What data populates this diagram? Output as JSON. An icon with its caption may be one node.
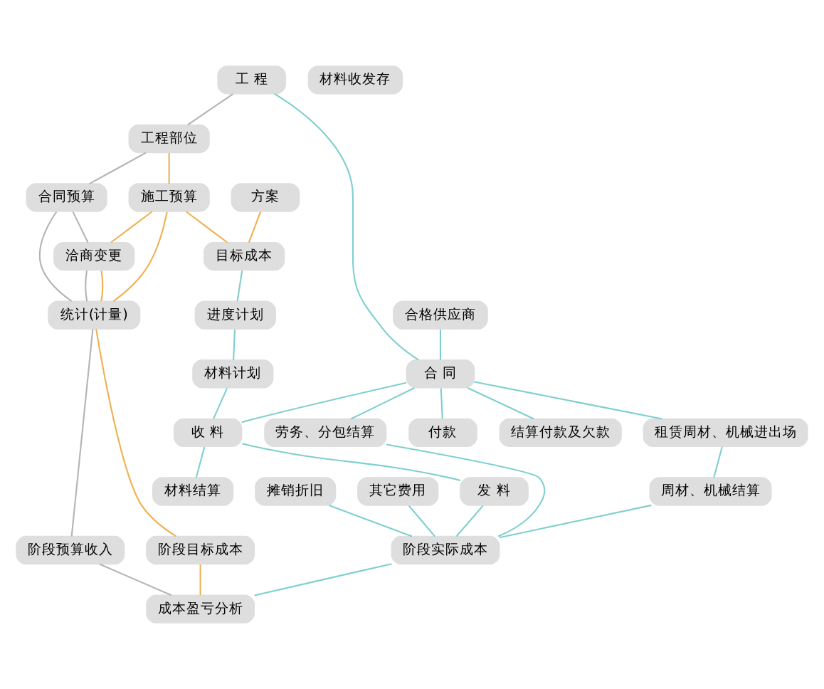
{
  "diagram": {
    "nodes": [
      {
        "text": [
          "工 程"
        ]
      },
      {
        "text": [
          "工程部位"
        ]
      },
      {
        "text": [
          "合格供应商"
        ]
      },
      {
        "text": [
          "施工预算"
        ]
      },
      {
        "text": [
          "方案"
        ]
      },
      {
        "text": [
          "合 同"
        ]
      },
      {
        "text": [
          "合同预算"
        ]
      },
      {
        "text": [
          "付款"
        ]
      },
      {
        "text": [
          "目标成本"
        ]
      },
      {
        "text": [
          "洽商变更"
        ]
      },
      {
        "text": [
          "结算付款及欠款"
        ]
      },
      {
        "text": [
          "进度计划"
        ]
      },
      {
        "text": [
          "材料计划"
        ]
      },
      {
        "text": [
          "统计(计量)"
        ]
      },
      {
        "text": [
          "收 料"
        ]
      },
      {
        "text": [
          "租赁周材、机械进出场"
        ]
      },
      {
        "text": [
          "劳务、分包结算"
        ]
      },
      {
        "text": [
          "材料结算"
        ]
      },
      {
        "text": [
          "发 料"
        ]
      },
      {
        "text": [
          "周材、机械结算"
        ]
      },
      {
        "text": [
          "摊销折旧"
        ]
      },
      {
        "text": [
          "材料收发存"
        ]
      },
      {
        "text": [
          "其它费用"
        ]
      },
      {
        "text": [
          "阶段预算收入"
        ]
      },
      {
        "text": [
          "阶段目标成本"
        ]
      },
      {
        "text": [
          "阶段实际成本"
        ]
      },
      {
        "text": [
          "成本盈亏分析"
        ]
      }
    ],
    "edges": [
      {
        "from": 0,
        "to": 1,
        "arrow": "none",
        "color": "#b4b4b4"
      },
      {
        "from": 0,
        "to": 5,
        "arrow": "none"
      },
      {
        "from": 2,
        "to": 5,
        "arrow": "none"
      },
      {
        "from": 1,
        "to": 6,
        "arrow": "none",
        "color": "#b4b4b4"
      },
      {
        "from": 1,
        "to": 3,
        "arrow": "none",
        "color": "#f0b050"
      },
      {
        "from": 3,
        "to": 8,
        "arrow": "none",
        "color": "#f0b050"
      },
      {
        "from": 4,
        "to": 8,
        "arrow": "none",
        "color": "#f0b050"
      },
      {
        "from": 5,
        "to": 7,
        "arrow": "none"
      },
      {
        "from": 5,
        "to": 10,
        "arrow": "none"
      },
      {
        "from": 6,
        "to": 9,
        "arrow": "none",
        "color": "#b4b4b4"
      },
      {
        "from": 6,
        "to": 13,
        "arrow": "none",
        "color": "#b4b4b4"
      },
      {
        "from": 3,
        "to": 9,
        "arrow": "none",
        "color": "#f0b050"
      },
      {
        "from": 9,
        "to": 13,
        "arrow": "none",
        "color": "#b4b4b4"
      },
      {
        "from": 9,
        "to": 13,
        "arrow": "none",
        "color": "#f0b050"
      },
      {
        "from": 3,
        "to": 13,
        "arrow": "none",
        "color": "#f0b050"
      },
      {
        "from": 8,
        "to": 11,
        "arrow": "none"
      },
      {
        "from": 11,
        "to": 12,
        "arrow": "none"
      },
      {
        "from": 12,
        "to": 14,
        "arrow": "none"
      },
      {
        "from": 5,
        "to": 14,
        "arrow": "none"
      },
      {
        "from": 5,
        "to": 15,
        "arrow": "none"
      },
      {
        "from": 5,
        "to": 16,
        "arrow": "none"
      },
      {
        "from": 14,
        "to": 17,
        "arrow": "none"
      },
      {
        "from": 14,
        "to": 18,
        "arrow": "none"
      },
      {
        "from": 15,
        "to": 19,
        "arrow": "none"
      },
      {
        "from": 13,
        "to": 23,
        "arrow": "none",
        "color": "#b4b4b4"
      },
      {
        "from": 13,
        "to": 24,
        "arrow": "none",
        "color": "#f0b050"
      },
      {
        "from": 18,
        "to": 25,
        "arrow": "none"
      },
      {
        "from": 19,
        "to": 25,
        "arrow": "none"
      },
      {
        "from": 16,
        "to": 25,
        "arrow": "none"
      },
      {
        "from": 20,
        "to": 25,
        "arrow": "none"
      },
      {
        "from": 22,
        "to": 25,
        "arrow": "none"
      },
      {
        "from": 23,
        "to": 26,
        "arrow": "none",
        "color": "#b4b4b4"
      },
      {
        "from": 24,
        "to": 26,
        "arrow": "none",
        "color": "#f0b050"
      },
      {
        "from": 25,
        "to": 26,
        "arrow": "none"
      }
    ]
  }
}
